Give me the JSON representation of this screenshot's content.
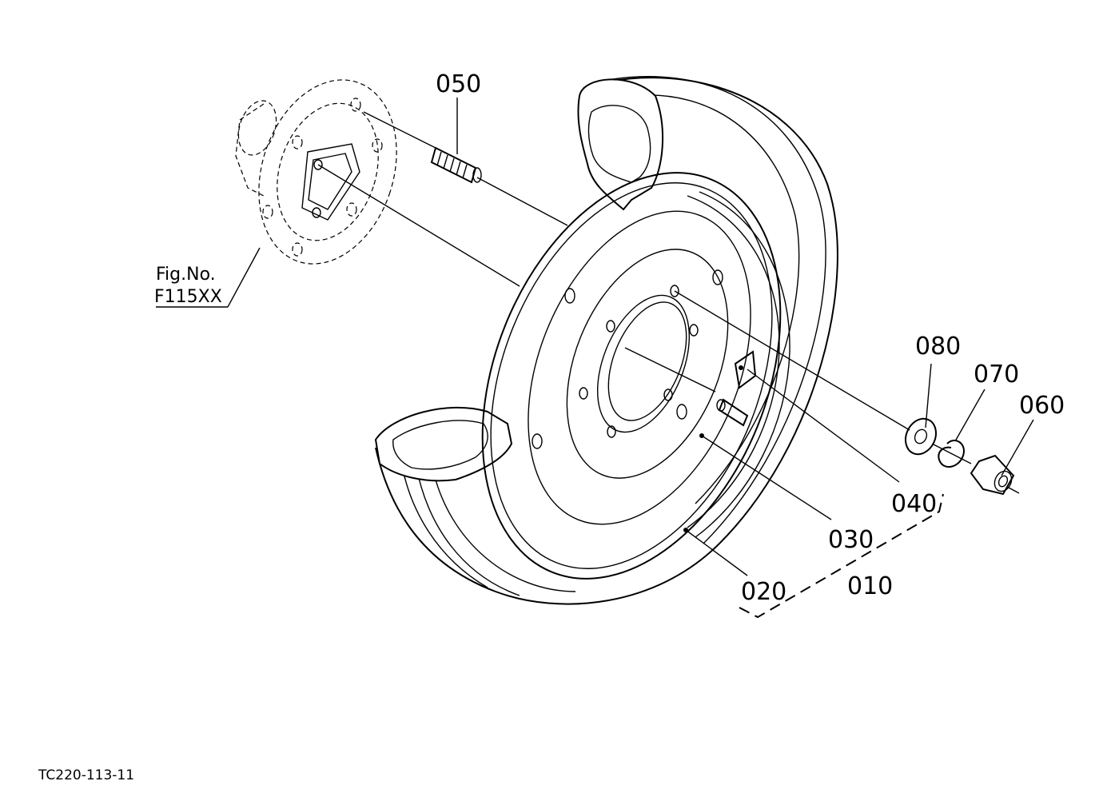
{
  "callouts": {
    "p050": "050",
    "p080": "080",
    "p070": "070",
    "p060": "060",
    "p040": "040",
    "p030": "030",
    "p010": "010",
    "p020": "020"
  },
  "reference": {
    "line1": "Fig.No.",
    "line2": "F115XX"
  },
  "drawing_code": "TC220-113-11"
}
